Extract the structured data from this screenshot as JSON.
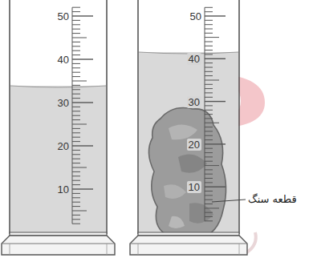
{
  "diagram": {
    "labels": [
      "50",
      "40",
      "30",
      "20",
      "10",
      "50",
      "40",
      "30",
      "20",
      "10",
      "قطعه سنگ"
    ]
  }
}
